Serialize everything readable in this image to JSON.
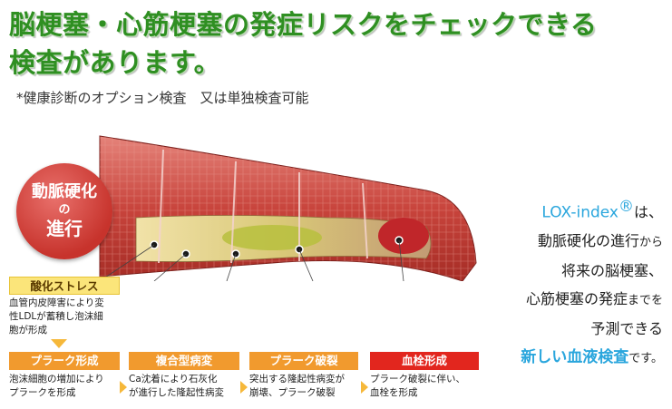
{
  "headline": {
    "line1": "脳梗塞・心筋梗塞の発症リスクをチェックできる",
    "line2": "検査があります。"
  },
  "note": "*健康診断のオプション検査　又は単独検査可能",
  "badge": {
    "line1": "動脈硬化",
    "line2": "の",
    "line3": "進行"
  },
  "stages": [
    {
      "label": "酸化ストレス",
      "desc": [
        "血管内皮障害により変",
        "性LDLが蓄積し泡沫細",
        "胞が形成"
      ]
    },
    {
      "label": "プラーク形成",
      "desc": [
        "泡沫細胞の増加により",
        "プラークを形成"
      ]
    },
    {
      "label": "複合型病変",
      "desc": [
        "Ca沈着により石灰化",
        "が進行した隆起性病変"
      ]
    },
    {
      "label": "プラーク破裂",
      "desc": [
        "突出する隆起性病変が",
        "崩壊、プラーク破裂"
      ]
    },
    {
      "label": "血栓形成",
      "desc": [
        "プラーク破裂に伴い、",
        "血栓を形成"
      ]
    }
  ],
  "right": {
    "l1_name": "LOX-index",
    "l1_reg": "®",
    "l1_rest": "は、",
    "l2_main": "動脈硬化の進行",
    "l2_small": "から",
    "l3": "将来の脳梗塞、",
    "l4_main": "心筋梗塞の発症",
    "l4_small": "までを",
    "l5": "予測できる",
    "l6_main": "新しい血液検査",
    "l6_small": "です。"
  },
  "colors": {
    "headline": "#2f8f22",
    "accent_blue": "#2aa6dd",
    "stage_yellow": "#fbe57a",
    "stage_orange": "#f19a2e",
    "stage_red": "#e2261e",
    "artery_wall": "#c8443c"
  }
}
